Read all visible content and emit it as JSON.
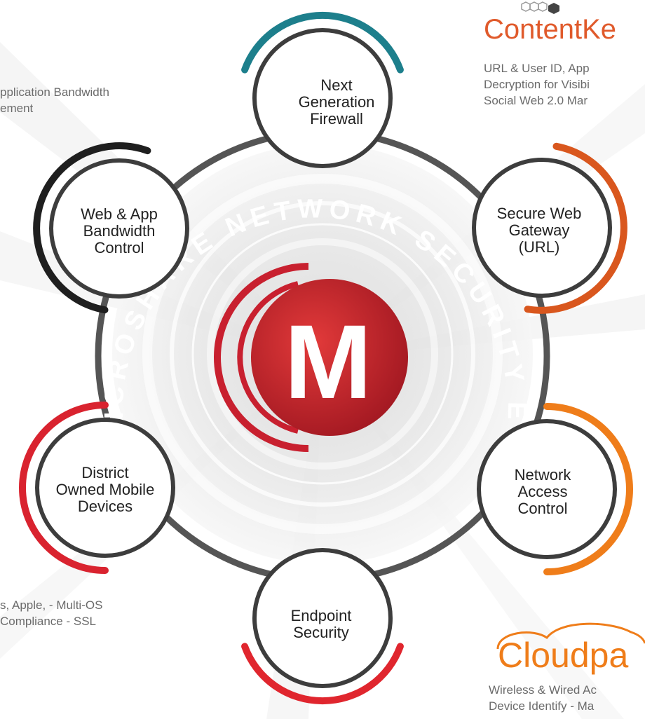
{
  "hub": {
    "ring_text": "MICROSHARE NETWORK SECURITY ECOSYSTEM",
    "logo_letter": "M",
    "logo_color": "#c8202f"
  },
  "nodes": [
    {
      "id": "firewall",
      "label": "Next\nGeneration\nFirewall",
      "arc_color": "#1d7f8c"
    },
    {
      "id": "swg",
      "label": "Secure Web\nGateway\n(URL)",
      "arc_color": "#d9571e"
    },
    {
      "id": "nac",
      "label": "Network\nAccess\nControl",
      "arc_color": "#ef7d1a"
    },
    {
      "id": "endpoint",
      "label": "Endpoint\nSecurity",
      "arc_color": "#e0262e"
    },
    {
      "id": "mobile",
      "label": "District\nOwned Mobile\nDevices",
      "arc_color": "#d9232f"
    },
    {
      "id": "bandwidth",
      "label": "Web & App\nBandwidth\nControl",
      "arc_color": "#1f1f1f"
    }
  ],
  "partners": {
    "contentkeeper": {
      "brand": "ContentKe",
      "description": "URL & User ID, App\nDecryption for Visibi\nSocial Web 2.0 Mar",
      "color": "#e05a2b"
    },
    "cloudpath": {
      "brand": "Cloudpa",
      "description": "Wireless & Wired Ac\nDevice Identify - Ma",
      "color": "#ef7d1a"
    }
  },
  "side_notes": {
    "bandwidth_note": "pplication Bandwidth\nement",
    "mobile_note": "s, Apple, - Multi-OS\nCompliance - SSL"
  }
}
